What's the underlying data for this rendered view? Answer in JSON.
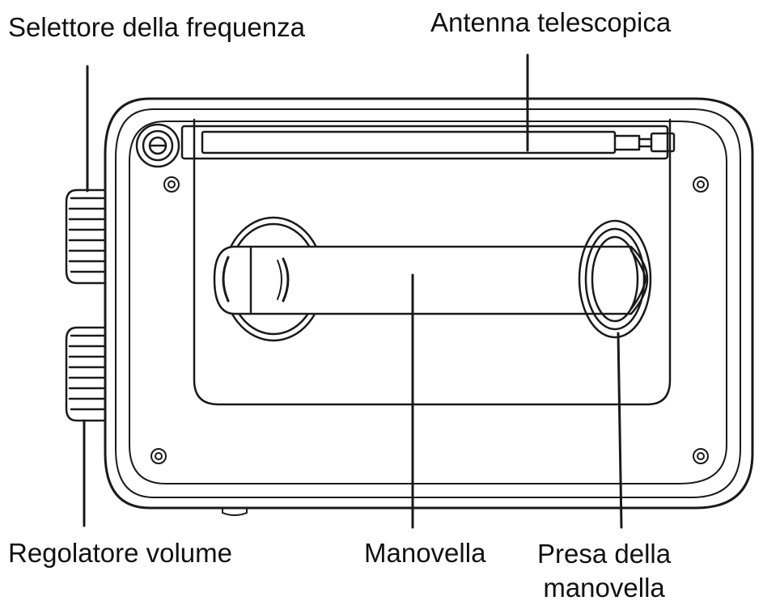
{
  "labels": {
    "frequency_selector": "Selettore della frequenza",
    "telescopic_antenna": "Antenna telescopica",
    "volume_control": "Regolatore volume",
    "crank": "Manovella",
    "crank_socket_line1": "Presa della",
    "crank_socket_line2": "manovella"
  },
  "colors": {
    "stroke": "#1a1a1a",
    "background": "#ffffff"
  }
}
